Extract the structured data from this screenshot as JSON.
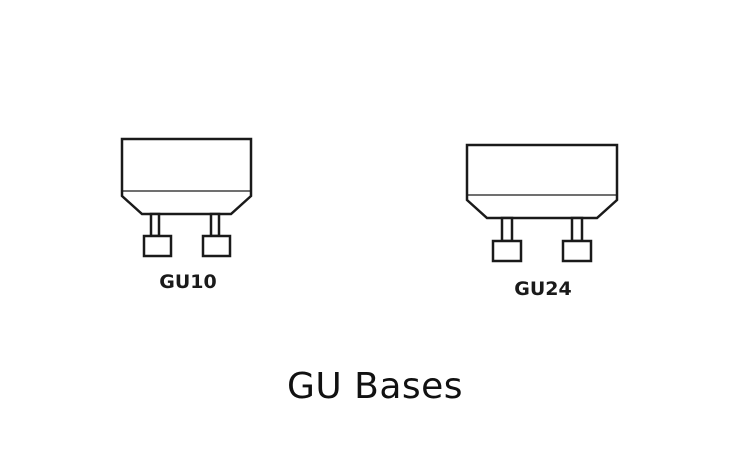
{
  "title": "GU Bases",
  "bases": [
    {
      "label": "GU10"
    },
    {
      "label": "GU24"
    }
  ],
  "colors": {
    "stroke": "#1a1a1a",
    "background": "#ffffff",
    "fill": "#ffffff"
  }
}
